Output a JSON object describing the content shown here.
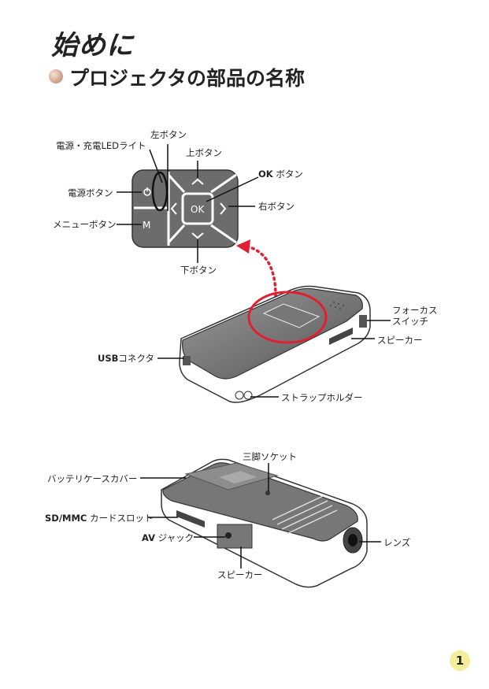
{
  "heading": "始めに",
  "section_title": "プロジェクタの部品の名称",
  "top_labels": {
    "power_led": "電源・充電LEDライト",
    "left_button": "左ボタン",
    "up_button": "上ボタン",
    "power_button": "電源ボタン",
    "ok_button_bold": "OK",
    "ok_button_rest": " ボタン",
    "right_button": "右ボタン",
    "menu_button": "メニューボタン",
    "down_button": "下ボタン"
  },
  "pad_text": {
    "ok": "OK",
    "menu_key": "M"
  },
  "device_labels": {
    "focus_switch_line1": "フォーカス",
    "focus_switch_line2": "スイッチ",
    "speaker": "スピーカー",
    "usb_bold": "USB",
    "usb_rest": "コネクタ",
    "strap_holder": "ストラップホルダー"
  },
  "bottom_labels": {
    "tripod_socket": "三脚ソケット",
    "battery_cover": "バッテリケースカバー",
    "sd_bold": "SD/MMC",
    "sd_rest": " カードスロット",
    "av_bold": "AV",
    "av_rest": " ジャック",
    "lens": "レンズ",
    "speaker": "スピーカー"
  },
  "page_number": "1",
  "colors": {
    "highlight_red": "#e02030",
    "pad_gray": "#6e6e6e",
    "page_badge": "#f2ee9c"
  }
}
